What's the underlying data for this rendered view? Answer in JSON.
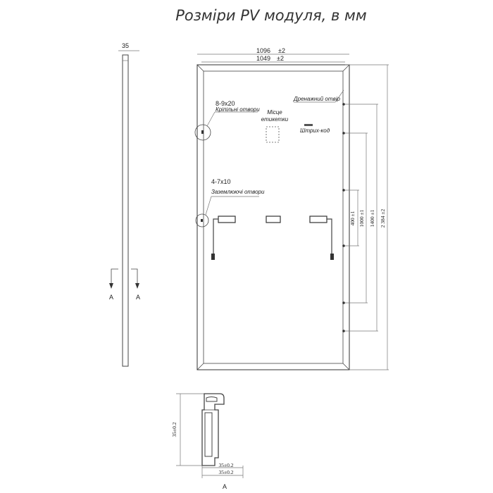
{
  "title": "Розміри PV модуля, в мм",
  "side_view": {
    "thickness": "35",
    "section_label_left": "A",
    "section_label_right": "A"
  },
  "front_view": {
    "outer_width": "1096",
    "outer_width_tol": "±2",
    "inner_width": "1049",
    "inner_width_tol": "±2",
    "mount_holes_size": "8-9x20",
    "mount_holes_label": "Кріпільні отвори",
    "label_place_line1": "Місце",
    "label_place_line2": "етикетки",
    "drain_hole_label": "Дренажний отвір",
    "barcode_label": "Штрих-код",
    "ground_holes_size": "4-7x10",
    "ground_holes_label": "Заземлюючі отвори",
    "dim_400": "400 ±1",
    "dim_1000": "1000 ±1",
    "dim_1400": "1400 ±1",
    "dim_2384": "2 384 ±2"
  },
  "profile": {
    "height": "35±0.2",
    "width_inner": "35±0.2",
    "width_outer": "35±0.2",
    "section_label": "A"
  }
}
